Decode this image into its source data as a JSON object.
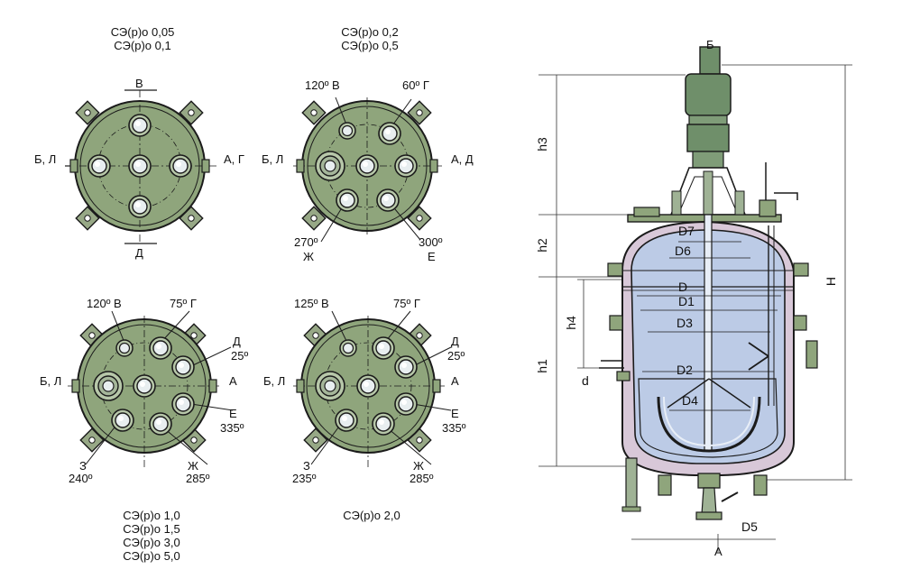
{
  "colors": {
    "flange_fill": "#8fa57c",
    "flange_stroke": "#1b1b1b",
    "lug_fill": "#97a886",
    "vessel_fill": "#bccbe6",
    "jacket_fill": "#d8c8d8",
    "motor_fill": "#6f8f6a"
  },
  "captions": {
    "top_left": [
      "СЭ(р)о 0,05",
      "СЭ(р)о 0,1"
    ],
    "top_right": [
      "СЭ(р)о 0,2",
      "СЭ(р)о 0,5"
    ],
    "bottom_left": [
      "СЭ(р)о 1,0",
      "СЭ(р)о 1,5",
      "СЭ(р)о 3,0",
      "СЭ(р)о 5,0"
    ],
    "bottom_right": [
      "СЭ(р)о 2,0"
    ]
  },
  "flange1": {
    "top": "В",
    "bottom": "Д",
    "left": "Б, Л",
    "right": "А, Г"
  },
  "flange2": {
    "top_left": "120º В",
    "top_right": "60º Г",
    "left": "Б, Л",
    "right": "А, Д",
    "bottom_left_angle": "270º",
    "bottom_left": "Ж",
    "bottom_right_angle": "300º",
    "bottom_right": "Е"
  },
  "flange3": {
    "top_left": "120º В",
    "top_right": "75º Г",
    "right_top": "Д",
    "right_top_angle": "25º",
    "left": "Б, Л",
    "right": "А",
    "right_bottom": "Е",
    "right_bottom_angle": "335º",
    "bottom_left": "З",
    "bottom_left_angle": "240º",
    "bottom_right": "Ж",
    "bottom_right_angle": "285º"
  },
  "flange4": {
    "top_left": "125º В",
    "top_right": "75º Г",
    "right_top": "Д",
    "right_top_angle": "25º",
    "left": "Б, Л",
    "right": "А",
    "right_bottom": "Е",
    "right_bottom_angle": "335º",
    "bottom_left": "З",
    "bottom_left_angle": "235º",
    "bottom_right": "Ж",
    "bottom_right_angle": "285º"
  },
  "vessel": {
    "top_port": "Б",
    "bottom_port": "А",
    "h3": "h3",
    "h2": "h2",
    "h1": "h1",
    "h4": "h4",
    "H": "H",
    "d": "d",
    "D7": "D7",
    "D6": "D6",
    "D": "D",
    "D1": "D1",
    "D3": "D3",
    "D2": "D2",
    "D4": "D4",
    "D5": "D5"
  }
}
